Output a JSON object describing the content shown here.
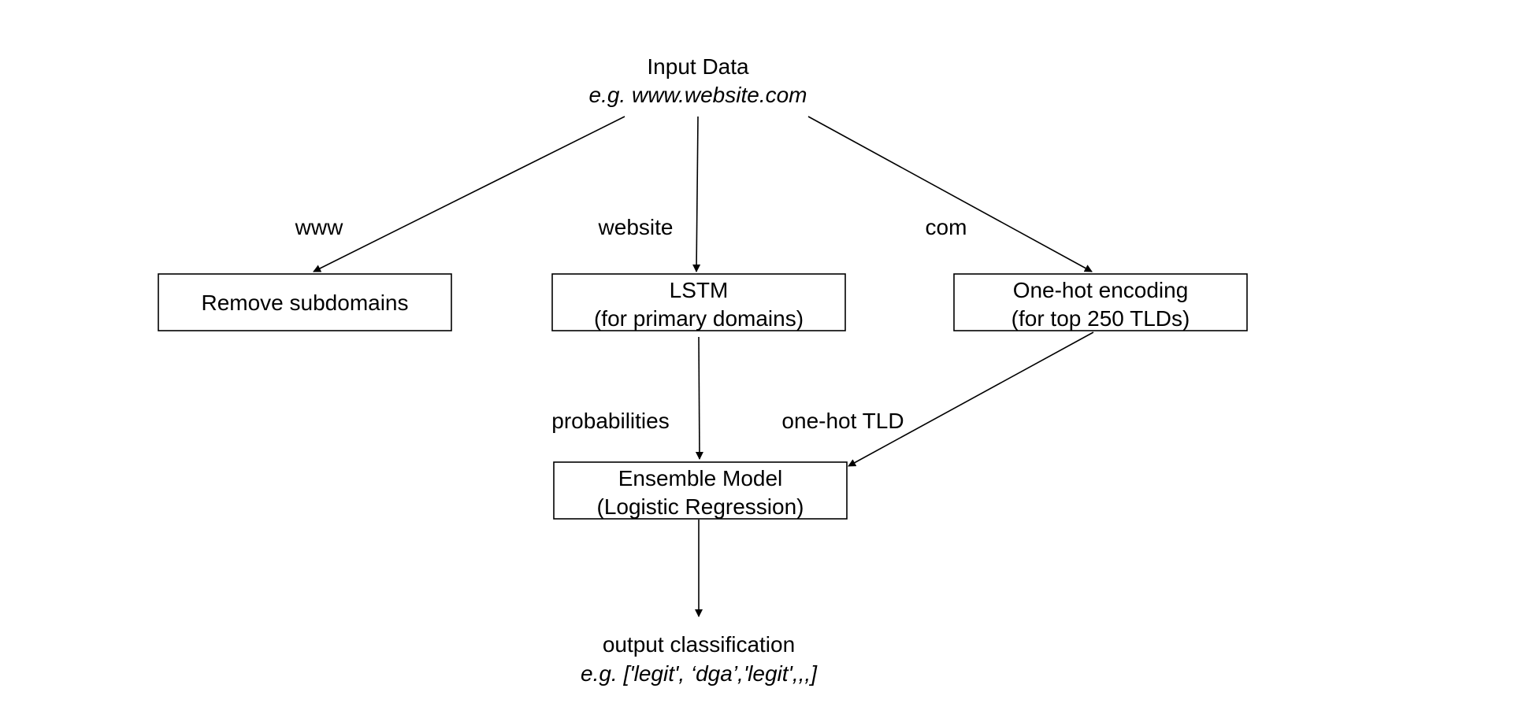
{
  "input": {
    "title": "Input Data",
    "example": "e.g. www.website.com"
  },
  "boxes": {
    "remove_subdomains": {
      "line1": "Remove subdomains"
    },
    "lstm": {
      "line1": "LSTM",
      "line2": "(for primary domains)"
    },
    "one_hot": {
      "line1": "One-hot encoding",
      "line2": "(for top 250 TLDs)"
    },
    "ensemble": {
      "line1": "Ensemble Model",
      "line2": "(Logistic Regression)"
    }
  },
  "edge_labels": {
    "www": "www",
    "website": "website",
    "com": "com",
    "probabilities": "probabilities",
    "one_hot_tld": "one-hot TLD"
  },
  "output": {
    "title": "output classification",
    "example": "e.g. ['legit', ‘dga’,'legit',,,]"
  }
}
